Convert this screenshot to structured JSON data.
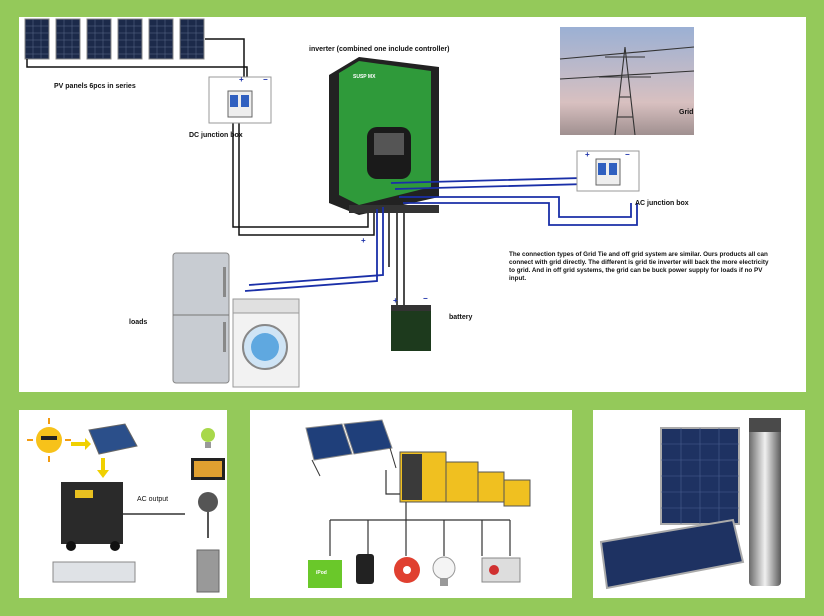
{
  "main": {
    "pv_label": "PV panels 6pcs in series",
    "dc_box_label": "DC junction box",
    "inverter_label": "inverter (combined one include controller)",
    "inverter_brand": "SUSP MX",
    "grid_label": "Grid",
    "ac_box_label": "AC junction box",
    "loads_label": "loads",
    "battery_label": "battery",
    "description": "The connection types of Grid Tie and off grid system are similar. Ours products all can connect with grid directly. The different is grid tie inverter will back the more electricity to grid. And in off grid systems, the grid can be buck power supply for loads if no PV input."
  },
  "panel1": {
    "ac_output_label": "AC output"
  },
  "panel2": {
    "phone_label": "iPod"
  },
  "colors": {
    "background": "#94c95a",
    "wire_black": "#111111",
    "wire_blue": "#1a2fa8",
    "inverter_green": "#2f9a3a"
  }
}
